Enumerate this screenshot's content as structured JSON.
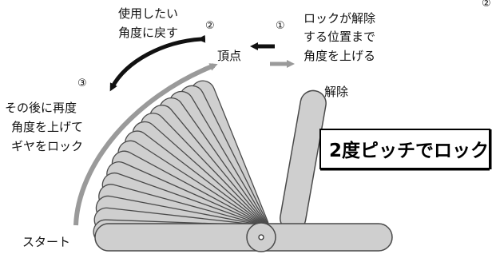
{
  "labels": {
    "step1_number": "①",
    "step1_line1": "ロックが解除",
    "step1_line2": "する位置まで",
    "step1_line3": "角度を上げる",
    "step2_number": "②",
    "step2_line1": "使用したい",
    "step2_line2": "角度に戻す",
    "step3_number": "③",
    "step3_line1": "その後に再度",
    "step3_line2": "角度を上げて",
    "step3_line3": "ギヤをロック",
    "apex": "頂点",
    "release": "解除",
    "start": "スタート",
    "corner_number": "②"
  },
  "callout": {
    "text": "2度ピッチでロック"
  },
  "colors": {
    "blade_fill": "#cfcfcf",
    "blade_stroke": "#4a4a4a",
    "black_arrow": "#111111",
    "gray_arrow": "#9a9a9a",
    "callout_border": "#000000"
  },
  "mechanism": {
    "blade_count": 16,
    "pitch_label": "2度"
  }
}
